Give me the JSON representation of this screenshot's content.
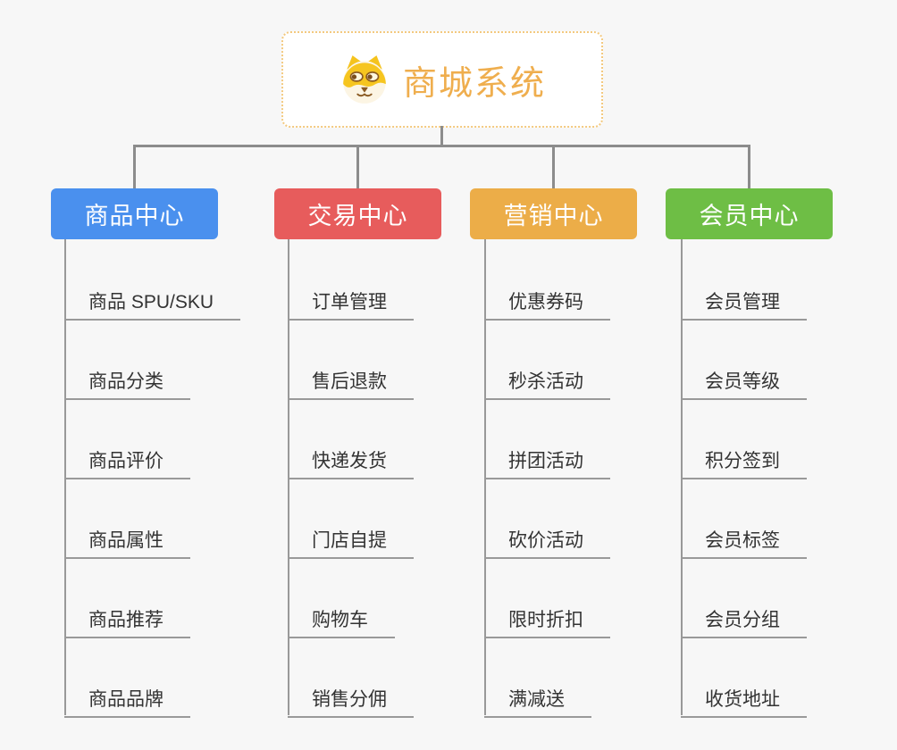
{
  "root": {
    "label": "商城系统",
    "icon": "doge-icon",
    "text_color": "#efae4e",
    "border_color": "#f3c97f"
  },
  "branches": [
    {
      "label": "商品中心",
      "color": "#4a90ee",
      "children": [
        "商品 SPU/SKU",
        "商品分类",
        "商品评价",
        "商品属性",
        "商品推荐",
        "商品品牌"
      ]
    },
    {
      "label": "交易中心",
      "color": "#e75c5c",
      "children": [
        "订单管理",
        "售后退款",
        "快递发货",
        "门店自提",
        "购物车",
        "销售分佣"
      ]
    },
    {
      "label": "营销中心",
      "color": "#ecad48",
      "children": [
        "优惠券码",
        "秒杀活动",
        "拼团活动",
        "砍价活动",
        "限时折扣",
        "满减送"
      ]
    },
    {
      "label": "会员中心",
      "color": "#6ebe45",
      "children": [
        "会员管理",
        "会员等级",
        "积分签到",
        "会员标签",
        "会员分组",
        "收货地址"
      ]
    }
  ],
  "colors": {
    "background": "#f7f7f7",
    "connector": "#8c8c8c",
    "child_line": "#999999",
    "child_text": "#333333",
    "branch_text": "#ffffff"
  }
}
